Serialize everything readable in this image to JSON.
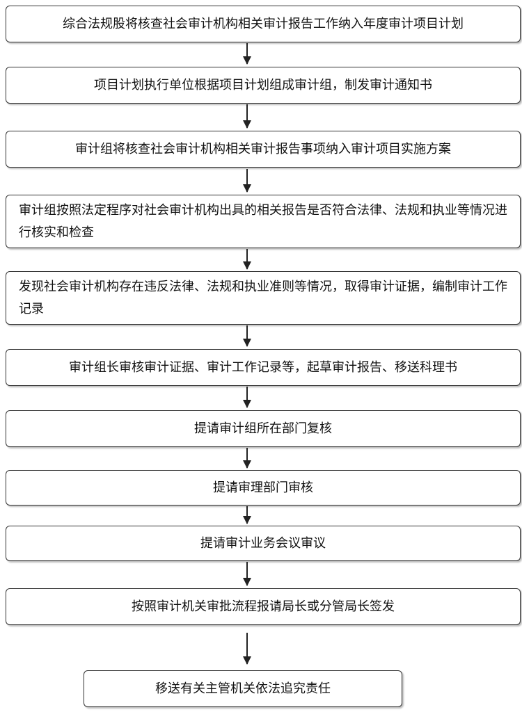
{
  "steps": [
    "综合法规股将核查社会审计机构相关审计报告工作纳入年度审计项目计划",
    "项目计划执行单位根据项目计划组成审计组，制发审计通知书",
    "审计组将核查社会审计机构相关审计报告事项纳入审计项目实施方案",
    "审计组按照法定程序对社会审计机构出具的相关报告是否符合法律、法规和执业等情况进行核实和检查",
    "发现社会审计机构存在违反法律、法规和执业准则等情况，取得审计证据，编制审计工作记录",
    "审计组长审核审计证据、审计工作记录等，起草审计报告、移送科理书",
    "提请审计组所在部门复核",
    "提请审理部门审核",
    "提请审计业务会议审议",
    "按照审计机关审批流程报请局长或分管局长签发",
    "移送有关主管机关依法追究责任"
  ]
}
